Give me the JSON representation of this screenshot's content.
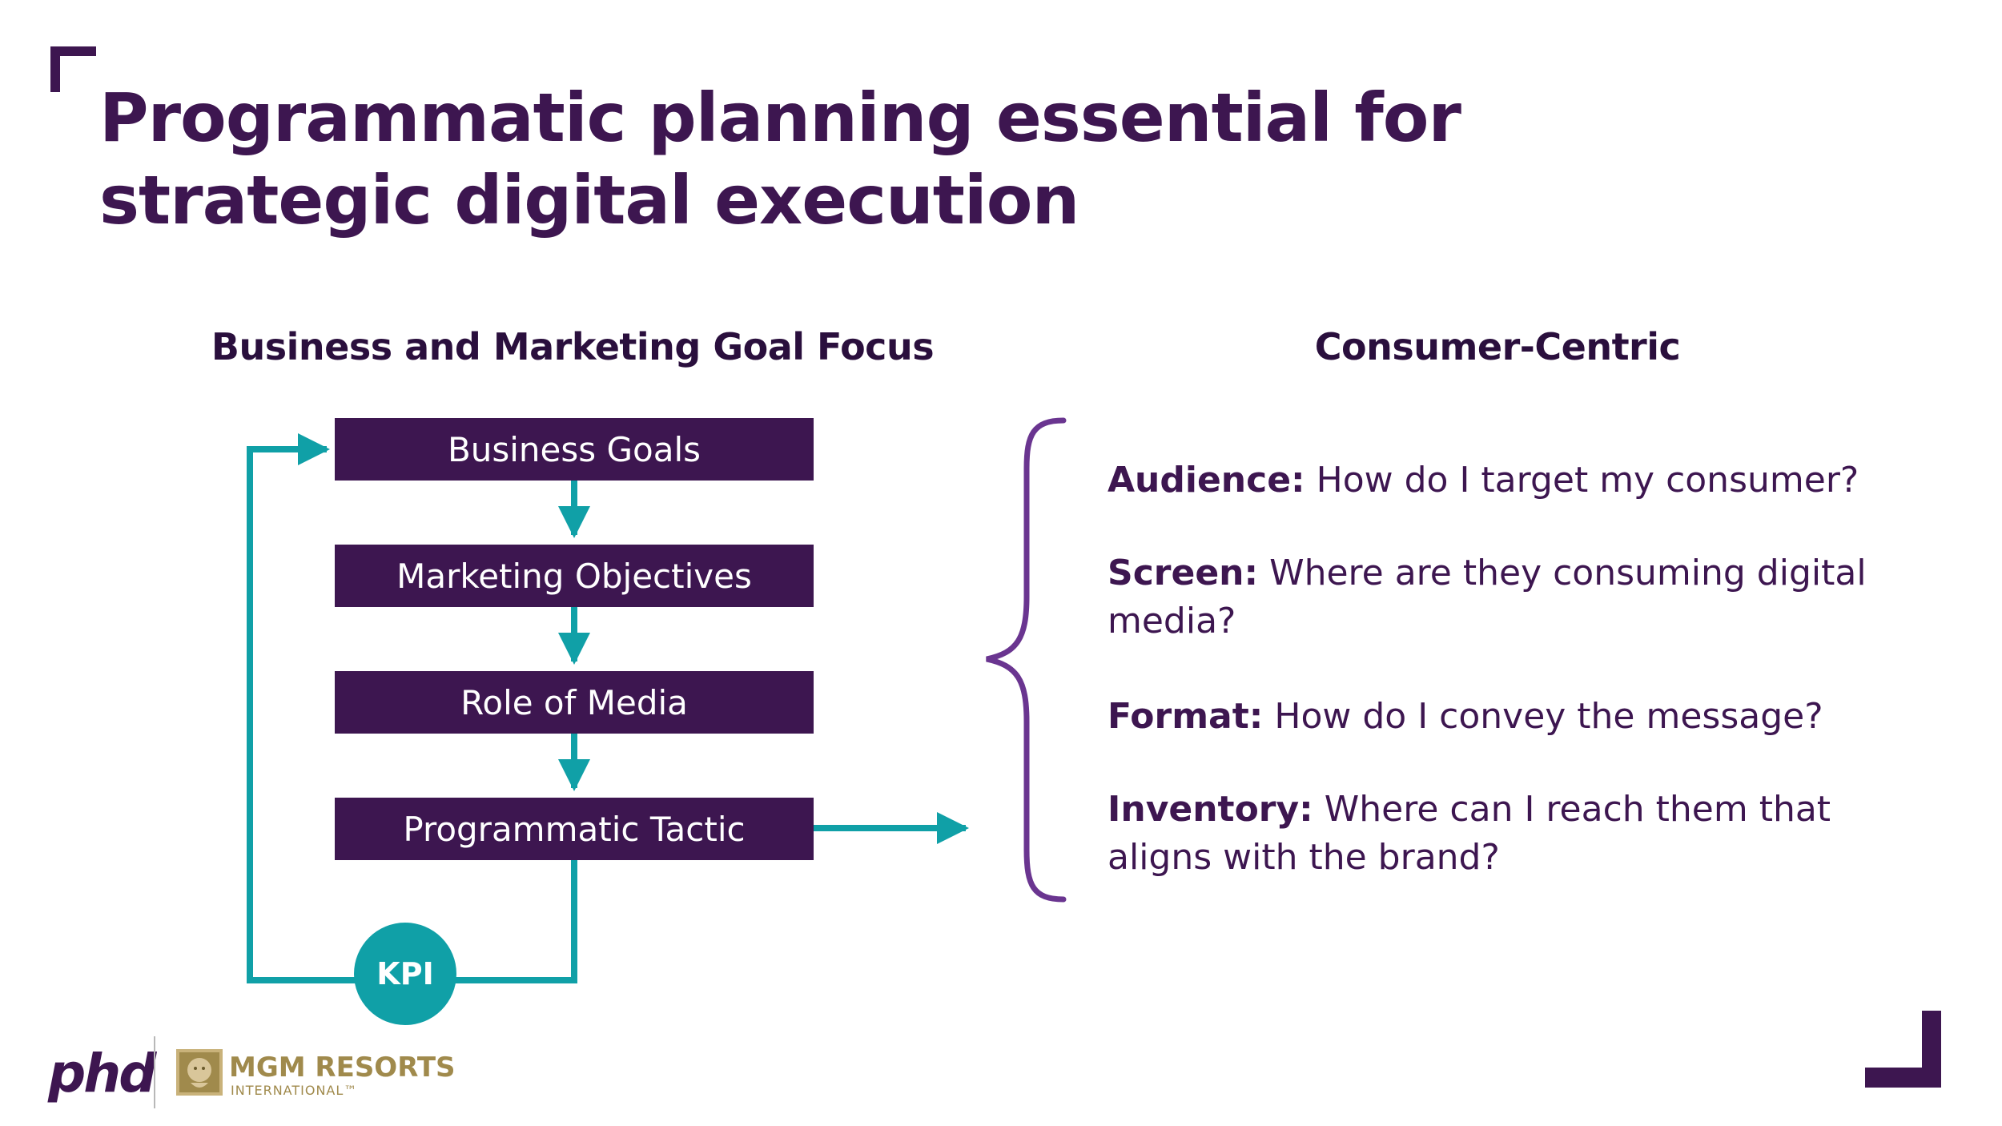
{
  "slide": {
    "title_lines": [
      "Programmatic planning essential for",
      "strategic digital execution"
    ]
  },
  "left_column": {
    "heading": "Business and Marketing Goal Focus",
    "flow_steps": [
      "Business Goals",
      "Marketing Objectives",
      "Role of Media",
      "Programmatic Tactic"
    ],
    "kpi_label": "KPI"
  },
  "right_column": {
    "heading": "Consumer-Centric",
    "items": [
      {
        "label": "Audience:",
        "text": "How do I target my consumer?"
      },
      {
        "label": "Screen:",
        "text": "Where are they consuming digital media?"
      },
      {
        "label": "Format:",
        "text": "How do I convey the message?"
      },
      {
        "label": "Inventory:",
        "text": "Where can I reach them that aligns with the brand?"
      }
    ]
  },
  "footer": {
    "phd_logo_text": "phd",
    "partner_logo_name": "MGM RESORTS",
    "partner_logo_sub": "INTERNATIONAL™"
  },
  "colors": {
    "brand_purple": "#3d1650",
    "accent_teal": "#10a0a7",
    "brace_purple": "#6a3590",
    "mgm_gold": "#a08a4c"
  },
  "icons": [
    "corner-bracket-top-left",
    "corner-bracket-bottom-right",
    "curly-brace",
    "mgm-lion-emblem"
  ]
}
